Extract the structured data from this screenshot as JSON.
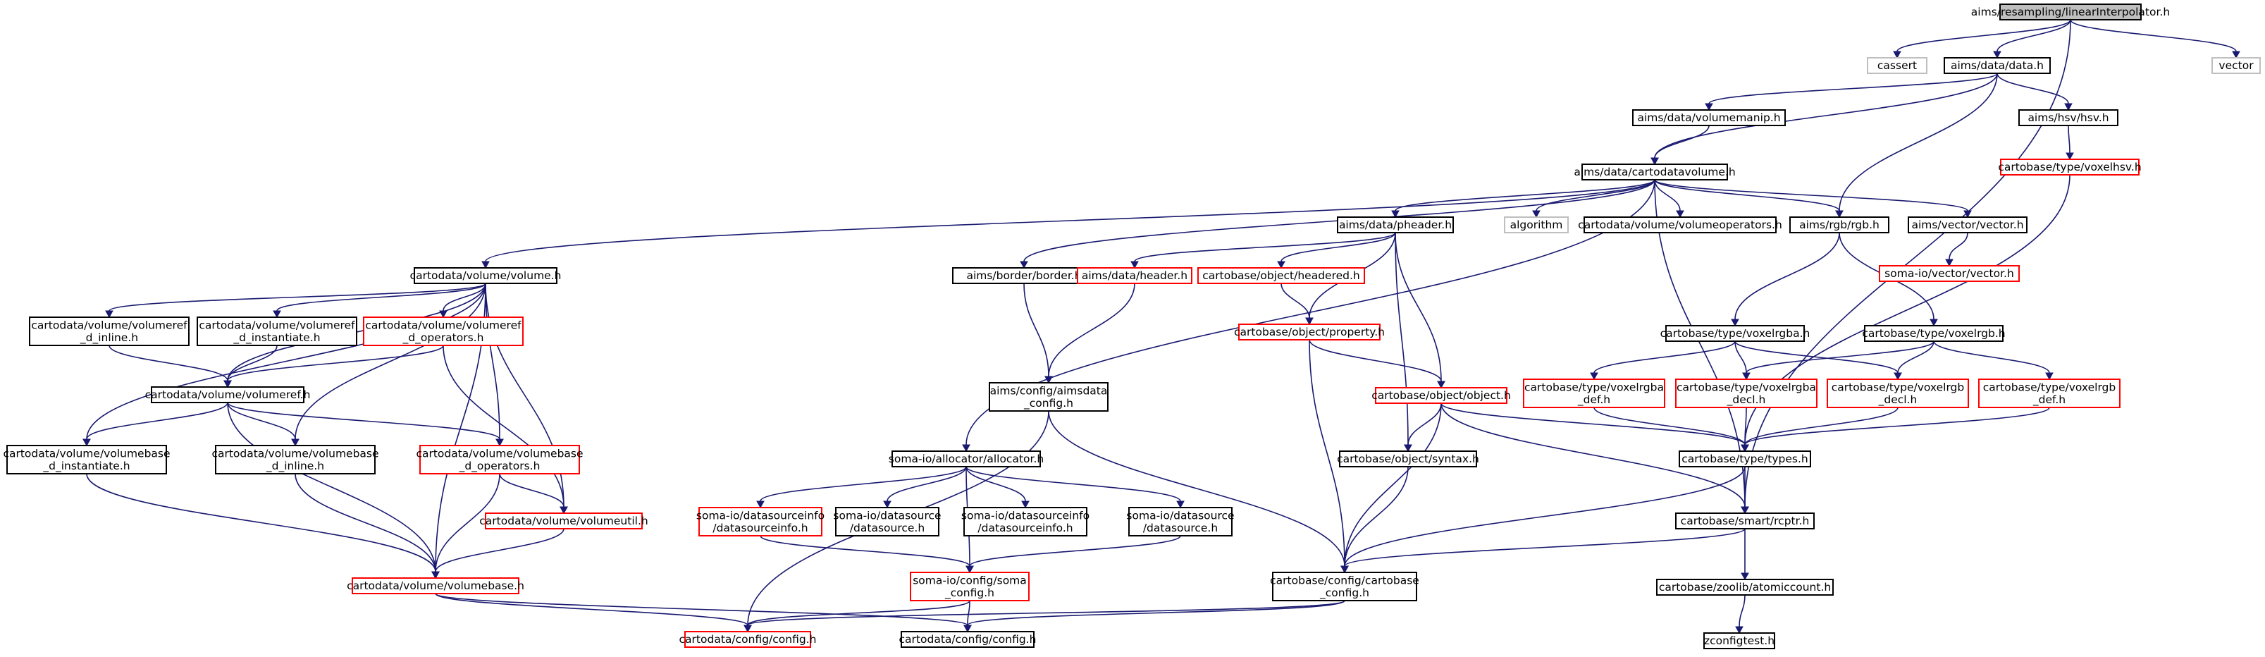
{
  "colors": {
    "root_fill": "#bfbfbf",
    "root_stroke": "#000000",
    "normal_stroke": "#000000",
    "truncated_stroke": "#ff0000",
    "system_stroke": "#bfbfbf",
    "system_text": "#7f7f7f",
    "edge": "#191970",
    "background": "#ffffff"
  },
  "nodes": [
    {
      "id": "n0",
      "label": [
        "aims/resampling/linearInterpolator.h"
      ],
      "kind": "root"
    },
    {
      "id": "n1",
      "label": [
        "cassert"
      ],
      "kind": "system"
    },
    {
      "id": "n2",
      "label": [
        "aims/data/data.h"
      ],
      "kind": "normal"
    },
    {
      "id": "n3",
      "label": [
        "vector"
      ],
      "kind": "system"
    },
    {
      "id": "n4",
      "label": [
        "aims/data/volumemanip.h"
      ],
      "kind": "normal"
    },
    {
      "id": "n5",
      "label": [
        "aims/hsv/hsv.h"
      ],
      "kind": "normal"
    },
    {
      "id": "n6",
      "label": [
        "cartobase/type/voxelhsv.h"
      ],
      "kind": "truncated"
    },
    {
      "id": "n7",
      "label": [
        "aims/data/cartodatavolume.h"
      ],
      "kind": "normal"
    },
    {
      "id": "n8",
      "label": [
        "cartodata/volume/volume.h"
      ],
      "kind": "normal"
    },
    {
      "id": "n9",
      "label": [
        "aims/data/pheader.h"
      ],
      "kind": "normal"
    },
    {
      "id": "n10",
      "label": [
        "algorithm"
      ],
      "kind": "system"
    },
    {
      "id": "n11",
      "label": [
        "cartodata/volume/volumeoperators.h"
      ],
      "kind": "normal"
    },
    {
      "id": "n12",
      "label": [
        "aims/rgb/rgb.h"
      ],
      "kind": "normal"
    },
    {
      "id": "n13",
      "label": [
        "aims/vector/vector.h"
      ],
      "kind": "normal"
    },
    {
      "id": "n14",
      "label": [
        "soma-io/vector/vector.h"
      ],
      "kind": "truncated"
    },
    {
      "id": "n15",
      "label": [
        "aims/border/border.h"
      ],
      "kind": "normal"
    },
    {
      "id": "n16",
      "label": [
        "aims/data/header.h"
      ],
      "kind": "truncated"
    },
    {
      "id": "n17",
      "label": [
        "cartobase/object/headered.h"
      ],
      "kind": "truncated"
    },
    {
      "id": "n18",
      "label": [
        "cartodata/volume/volumeref",
        "_d_inline.h"
      ],
      "kind": "normal"
    },
    {
      "id": "n19",
      "label": [
        "cartodata/volume/volumeref",
        "_d_instantiate.h"
      ],
      "kind": "normal"
    },
    {
      "id": "n20",
      "label": [
        "cartodata/volume/volumeref",
        "_d_operators.h"
      ],
      "kind": "truncated"
    },
    {
      "id": "n21",
      "label": [
        "cartobase/object/property.h"
      ],
      "kind": "truncated"
    },
    {
      "id": "n22",
      "label": [
        "cartobase/type/voxelrgba.h"
      ],
      "kind": "normal"
    },
    {
      "id": "n23",
      "label": [
        "cartobase/type/voxelrgb.h"
      ],
      "kind": "normal"
    },
    {
      "id": "n24",
      "label": [
        "cartodata/volume/volumeref.h"
      ],
      "kind": "normal"
    },
    {
      "id": "n25",
      "label": [
        "aims/config/aimsdata",
        "_config.h"
      ],
      "kind": "normal"
    },
    {
      "id": "n26",
      "label": [
        "cartobase/object/object.h"
      ],
      "kind": "truncated"
    },
    {
      "id": "n27",
      "label": [
        "cartobase/type/voxelrgba",
        "_def.h"
      ],
      "kind": "truncated"
    },
    {
      "id": "n28",
      "label": [
        "cartobase/type/voxelrgba",
        "_decl.h"
      ],
      "kind": "truncated"
    },
    {
      "id": "n29",
      "label": [
        "cartobase/type/voxelrgb",
        "_decl.h"
      ],
      "kind": "truncated"
    },
    {
      "id": "n30",
      "label": [
        "cartobase/type/voxelrgb",
        "_def.h"
      ],
      "kind": "truncated"
    },
    {
      "id": "n31",
      "label": [
        "cartodata/volume/volumebase",
        "_d_instantiate.h"
      ],
      "kind": "normal"
    },
    {
      "id": "n32",
      "label": [
        "cartodata/volume/volumebase",
        "_d_inline.h"
      ],
      "kind": "normal"
    },
    {
      "id": "n33",
      "label": [
        "cartodata/volume/volumebase",
        "_d_operators.h"
      ],
      "kind": "truncated"
    },
    {
      "id": "n34",
      "label": [
        "soma-io/allocator/allocator.h"
      ],
      "kind": "normal"
    },
    {
      "id": "n35",
      "label": [
        "cartobase/object/syntax.h"
      ],
      "kind": "normal"
    },
    {
      "id": "n36",
      "label": [
        "cartobase/type/types.h"
      ],
      "kind": "normal"
    },
    {
      "id": "n37",
      "label": [
        "soma-io/datasourceinfo",
        "/datasourceinfo.h"
      ],
      "kind": "truncated"
    },
    {
      "id": "n38",
      "label": [
        "soma-io/datasource",
        "/datasource.h"
      ],
      "kind": "normal"
    },
    {
      "id": "n39",
      "label": [
        "soma-io/datasourceinfo",
        "/datasourceinfo.h"
      ],
      "kind": "normal"
    },
    {
      "id": "n40",
      "label": [
        "soma-io/datasource",
        "/datasource.h"
      ],
      "kind": "normal"
    },
    {
      "id": "n41",
      "label": [
        "cartodata/volume/volumeutil.h"
      ],
      "kind": "truncated"
    },
    {
      "id": "n42",
      "label": [
        "cartobase/smart/rcptr.h"
      ],
      "kind": "normal"
    },
    {
      "id": "n43",
      "label": [
        "cartodata/volume/volumebase.h"
      ],
      "kind": "truncated"
    },
    {
      "id": "n44",
      "label": [
        "soma-io/config/soma",
        "_config.h"
      ],
      "kind": "truncated"
    },
    {
      "id": "n45",
      "label": [
        "cartobase/config/cartobase",
        "_config.h"
      ],
      "kind": "normal"
    },
    {
      "id": "n46",
      "label": [
        "cartobase/zoolib/atomiccount.h"
      ],
      "kind": "normal"
    },
    {
      "id": "n47",
      "label": [
        "cartodata/config/config.h"
      ],
      "kind": "truncated"
    },
    {
      "id": "n48",
      "label": [
        "cartodata/config/config.h"
      ],
      "kind": "normal"
    },
    {
      "id": "n49",
      "label": [
        "zconfigtest.h"
      ],
      "kind": "normal"
    }
  ],
  "edges": [
    [
      "n0",
      "n1"
    ],
    [
      "n0",
      "n2"
    ],
    [
      "n0",
      "n3"
    ],
    [
      "n0",
      "n42"
    ],
    [
      "n2",
      "n4"
    ],
    [
      "n2",
      "n5"
    ],
    [
      "n2",
      "n7"
    ],
    [
      "n2",
      "n12"
    ],
    [
      "n4",
      "n7"
    ],
    [
      "n5",
      "n6"
    ],
    [
      "n6",
      "n36"
    ],
    [
      "n7",
      "n8"
    ],
    [
      "n7",
      "n9"
    ],
    [
      "n7",
      "n10"
    ],
    [
      "n7",
      "n11"
    ],
    [
      "n7",
      "n12"
    ],
    [
      "n7",
      "n13"
    ],
    [
      "n7",
      "n15"
    ],
    [
      "n7",
      "n34"
    ],
    [
      "n7",
      "n42"
    ],
    [
      "n8",
      "n18"
    ],
    [
      "n8",
      "n19"
    ],
    [
      "n8",
      "n20"
    ],
    [
      "n8",
      "n24"
    ],
    [
      "n8",
      "n31"
    ],
    [
      "n8",
      "n32"
    ],
    [
      "n8",
      "n33"
    ],
    [
      "n8",
      "n41"
    ],
    [
      "n8",
      "n43"
    ],
    [
      "n9",
      "n16"
    ],
    [
      "n9",
      "n17"
    ],
    [
      "n9",
      "n21"
    ],
    [
      "n9",
      "n26"
    ],
    [
      "n9",
      "n35"
    ],
    [
      "n12",
      "n22"
    ],
    [
      "n12",
      "n23"
    ],
    [
      "n13",
      "n14"
    ],
    [
      "n15",
      "n25"
    ],
    [
      "n16",
      "n25"
    ],
    [
      "n17",
      "n21"
    ],
    [
      "n18",
      "n24"
    ],
    [
      "n19",
      "n24"
    ],
    [
      "n20",
      "n24"
    ],
    [
      "n20",
      "n41"
    ],
    [
      "n21",
      "n26"
    ],
    [
      "n21",
      "n45"
    ],
    [
      "n22",
      "n27"
    ],
    [
      "n22",
      "n28"
    ],
    [
      "n22",
      "n29"
    ],
    [
      "n23",
      "n29"
    ],
    [
      "n23",
      "n28"
    ],
    [
      "n23",
      "n30"
    ],
    [
      "n24",
      "n31"
    ],
    [
      "n24",
      "n32"
    ],
    [
      "n24",
      "n33"
    ],
    [
      "n24",
      "n43"
    ],
    [
      "n25",
      "n47"
    ],
    [
      "n25",
      "n45"
    ],
    [
      "n26",
      "n35"
    ],
    [
      "n26",
      "n36"
    ],
    [
      "n26",
      "n42"
    ],
    [
      "n26",
      "n45"
    ],
    [
      "n27",
      "n36"
    ],
    [
      "n28",
      "n36"
    ],
    [
      "n29",
      "n36"
    ],
    [
      "n30",
      "n36"
    ],
    [
      "n31",
      "n43"
    ],
    [
      "n32",
      "n43"
    ],
    [
      "n33",
      "n43"
    ],
    [
      "n33",
      "n41"
    ],
    [
      "n34",
      "n37"
    ],
    [
      "n34",
      "n38"
    ],
    [
      "n34",
      "n39"
    ],
    [
      "n34",
      "n40"
    ],
    [
      "n34",
      "n44"
    ],
    [
      "n35",
      "n45"
    ],
    [
      "n36",
      "n42"
    ],
    [
      "n36",
      "n45"
    ],
    [
      "n37",
      "n44"
    ],
    [
      "n40",
      "n44"
    ],
    [
      "n41",
      "n43"
    ],
    [
      "n42",
      "n45"
    ],
    [
      "n42",
      "n46"
    ],
    [
      "n43",
      "n47"
    ],
    [
      "n43",
      "n48"
    ],
    [
      "n44",
      "n47"
    ],
    [
      "n44",
      "n48"
    ],
    [
      "n45",
      "n47"
    ],
    [
      "n45",
      "n48"
    ],
    [
      "n46",
      "n49"
    ]
  ]
}
